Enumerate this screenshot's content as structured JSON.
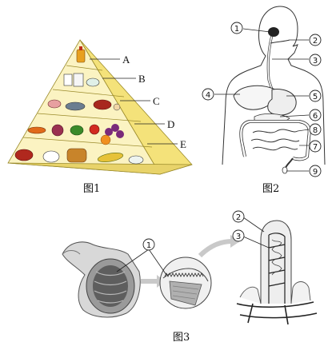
{
  "figure1": {
    "caption": "图1",
    "levels": [
      "A",
      "B",
      "C",
      "D",
      "E"
    ]
  },
  "figure2": {
    "caption": "图2",
    "markers": [
      "①",
      "②",
      "③",
      "④",
      "⑤",
      "⑥",
      "⑧",
      "⑦",
      "⑨"
    ]
  },
  "figure3": {
    "caption": "图3",
    "markers": [
      "①",
      "②",
      "③"
    ]
  },
  "colors": {
    "pyramid_side": "#f3e27a",
    "pyramid_face": "#fbf3b8",
    "stroke": "#222222"
  }
}
